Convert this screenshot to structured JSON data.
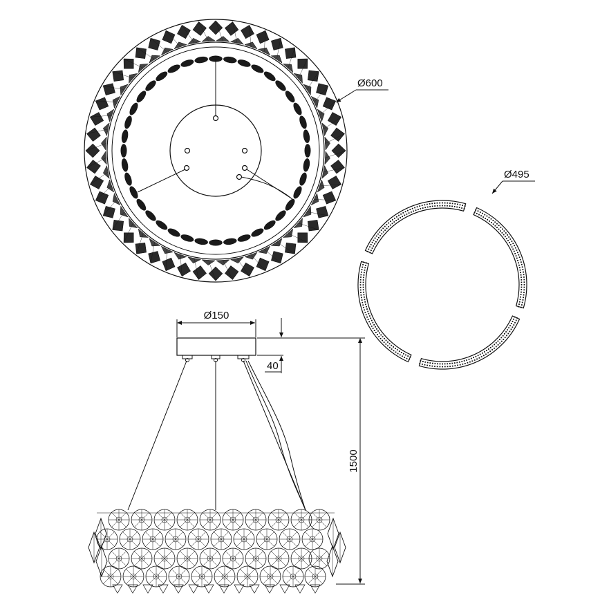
{
  "dimensions": {
    "outer_ring_diameter": "Ø600",
    "inner_ring_diameter": "Ø495",
    "canopy_diameter": "Ø150",
    "canopy_height": "40",
    "overall_height": "1500"
  },
  "colors": {
    "line": "#111111",
    "background": "#ffffff"
  }
}
